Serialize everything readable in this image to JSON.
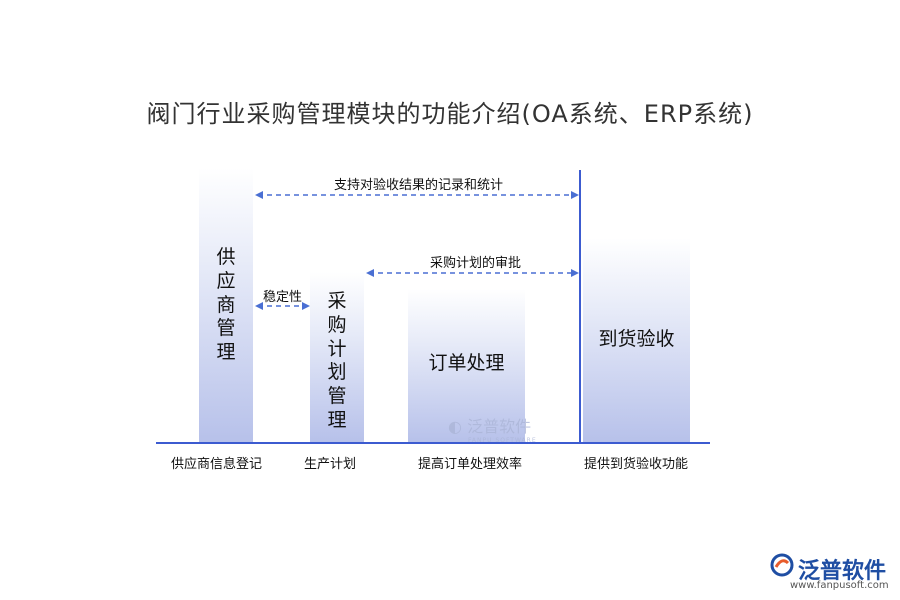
{
  "title": "阀门行业采购管理模块的功能介绍(OA系统、ERP系统)",
  "columns": [
    {
      "bar_label": "供\n应\n商\n管\n理",
      "bottom_label": "供应商信息登记"
    },
    {
      "bar_label": "采\n购\n计\n划\n管\n理",
      "bottom_label": "生产计划"
    },
    {
      "bar_label": "订单处理",
      "bottom_label": "提高订单处理效率"
    },
    {
      "bar_label": "到货验收",
      "bottom_label": "提供到货验收功能"
    }
  ],
  "arrows": {
    "top": "支持对验收结果的记录和统计",
    "middle": "采购计划的审批",
    "small": "稳定性"
  },
  "colors": {
    "accent": "#3c5bd0",
    "bar_bottom": "#b7c1ea",
    "arrow": "#4a6fd3"
  },
  "watermark": {
    "name": "泛普软件",
    "sub": "FANPU SOFTWARE"
  },
  "logo": {
    "name": "泛普软件",
    "url": "www.fanpusoft.com"
  }
}
